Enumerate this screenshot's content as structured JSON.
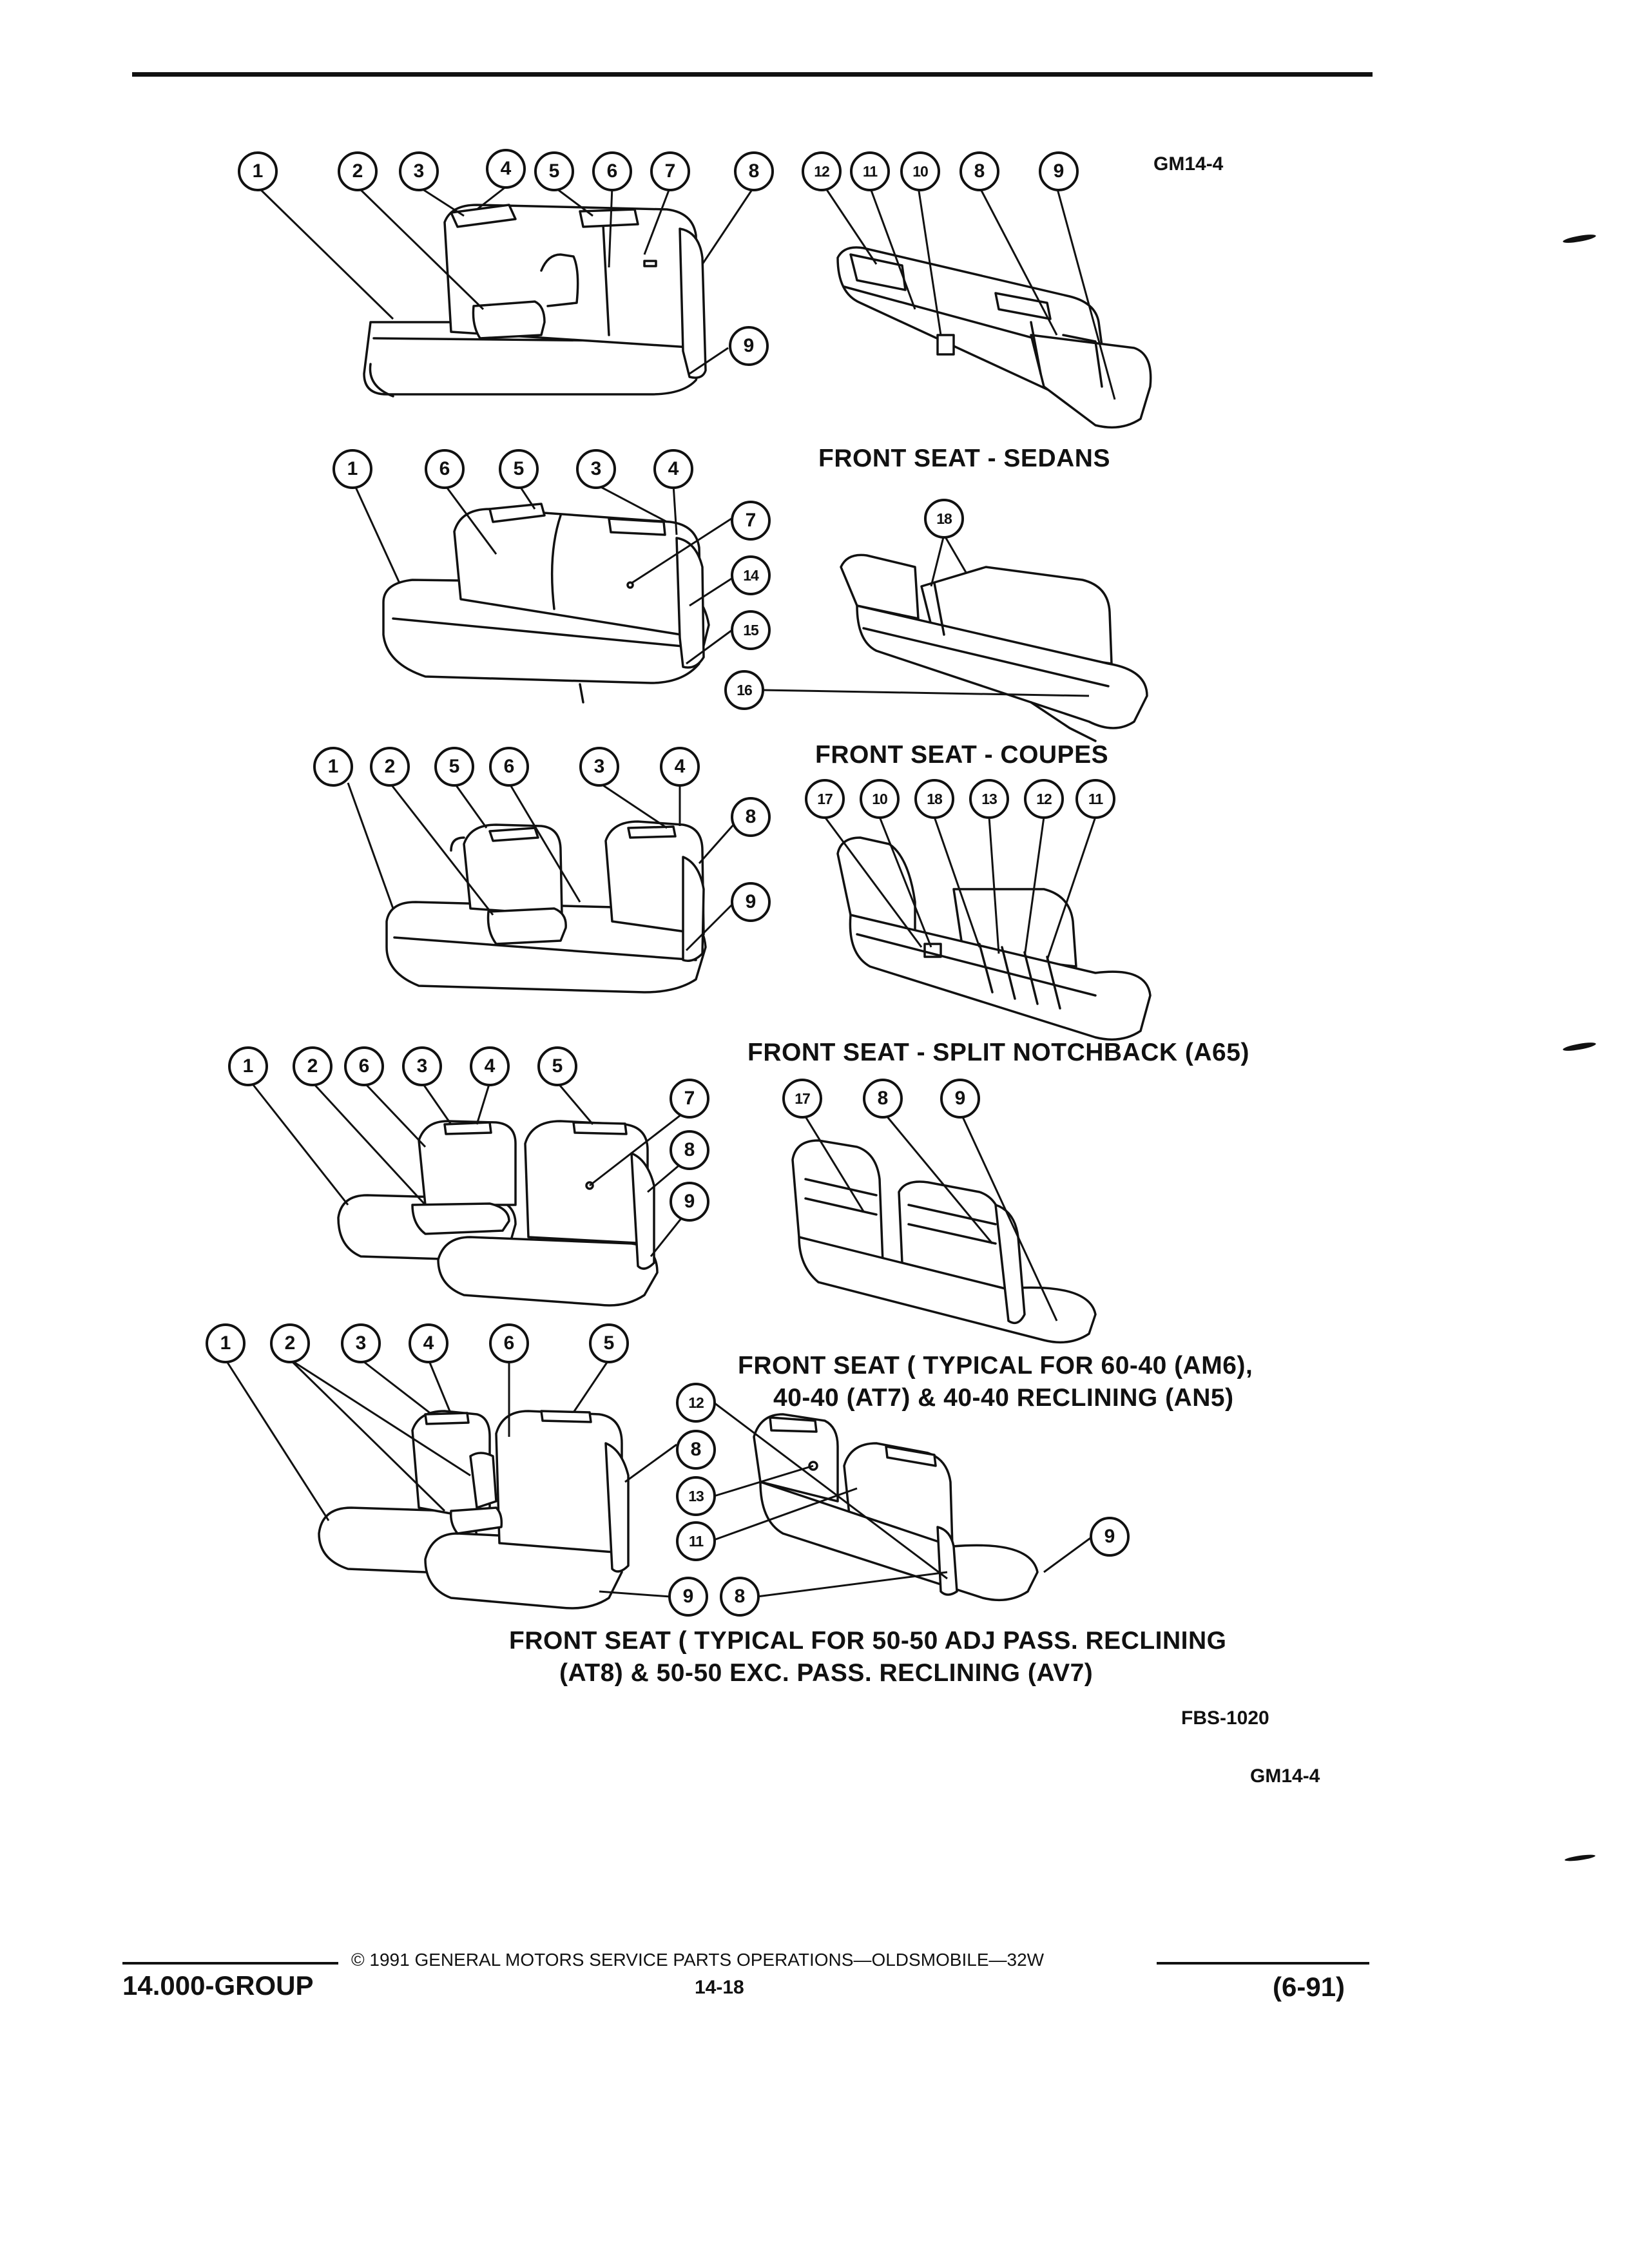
{
  "page": {
    "figure_code_top": "GM14-4",
    "figure_code_bottom": "GM14-4",
    "drawing_code": "FBS-1020"
  },
  "captions": {
    "sedans": "FRONT SEAT - SEDANS",
    "coupes": "FRONT SEAT - COUPES",
    "split_notchback": "FRONT SEAT - SPLIT NOTCHBACK (A65)",
    "typical_6040_line1": "FRONT SEAT ( TYPICAL FOR 60-40 (AM6),",
    "typical_6040_line2": "40-40 (AT7) & 40-40 RECLINING (AN5)",
    "typical_5050_line1": "FRONT SEAT ( TYPICAL FOR 50-50 ADJ PASS. RECLINING",
    "typical_5050_line2": "(AT8) & 50-50 EXC. PASS. RECLINING (AV7)"
  },
  "footer": {
    "copyright": "© 1991 GENERAL MOTORS SERVICE PARTS OPERATIONS—OLDSMOBILE—32W",
    "group": "14.000-GROUP",
    "page_number": "14-18",
    "revision": "(6-91)"
  },
  "callouts": {
    "sedan_front": [
      "1",
      "2",
      "3",
      "4",
      "5",
      "6",
      "7",
      "8",
      "9"
    ],
    "sedan_rear": [
      "12",
      "11",
      "10",
      "8",
      "9"
    ],
    "coupe_front": [
      "1",
      "6",
      "5",
      "3",
      "4",
      "7",
      "14",
      "15",
      "16"
    ],
    "coupe_rear": [
      "18"
    ],
    "notchback_front": [
      "1",
      "2",
      "5",
      "6",
      "3",
      "4",
      "8",
      "9"
    ],
    "notchback_rear": [
      "17",
      "10",
      "18",
      "13",
      "12",
      "11"
    ],
    "split6040_front": [
      "1",
      "2",
      "6",
      "3",
      "4",
      "5",
      "7",
      "8",
      "9"
    ],
    "split6040_rear": [
      "17",
      "8",
      "9"
    ],
    "split5050_front": [
      "1",
      "2",
      "3",
      "4",
      "6",
      "5",
      "12",
      "8",
      "13",
      "11",
      "9",
      "8"
    ],
    "split5050_rear": [
      "9"
    ]
  }
}
